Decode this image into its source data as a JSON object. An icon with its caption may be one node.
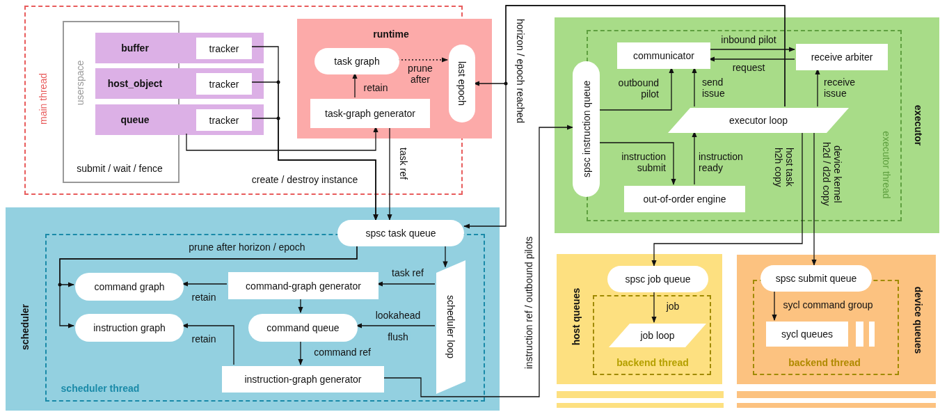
{
  "diagram": {
    "nodes": [
      {
        "text": [
          "main thread"
        ]
      },
      {
        "text": [
          "userspace"
        ],
        "in": 0
      },
      {
        "text": [
          "buffer"
        ],
        "in": 0
      },
      {
        "text": [
          "tracker"
        ],
        "in": 2
      },
      {
        "text": [
          "host_object"
        ],
        "in": 0
      },
      {
        "text": [
          "tracker"
        ],
        "in": 4
      },
      {
        "text": [
          "queue"
        ],
        "in": 0
      },
      {
        "text": [
          "tracker"
        ],
        "in": 6
      },
      {
        "text": [
          "runtime"
        ],
        "in": 0
      },
      {
        "text": [
          "task graph"
        ],
        "in": 8
      },
      {
        "text": [
          "last epoch"
        ],
        "in": 8
      },
      {
        "text": [
          "task-graph generator"
        ],
        "in": 8
      },
      {
        "text": [
          "scheduler"
        ]
      },
      {
        "text": [
          "spsc task queue"
        ],
        "in": 12
      },
      {
        "text": [
          "scheduler thread"
        ],
        "in": 12
      },
      {
        "text": [
          "command graph"
        ],
        "in": 14
      },
      {
        "text": [
          "command-graph generator"
        ],
        "in": 14
      },
      {
        "text": [
          "instruction graph"
        ],
        "in": 14
      },
      {
        "text": [
          "command queue"
        ],
        "in": 14
      },
      {
        "text": [
          "instruction-graph generator"
        ],
        "in": 14
      },
      {
        "text": [
          "scheduler loop"
        ],
        "in": 14
      },
      {
        "text": [
          "executor"
        ]
      },
      {
        "text": [
          "executor thread"
        ],
        "in": 21
      },
      {
        "text": [
          "communicator"
        ],
        "in": 22
      },
      {
        "text": [
          "receive arbiter"
        ],
        "in": 22
      },
      {
        "text": [
          "spsc instruction queue"
        ],
        "in": 21
      },
      {
        "text": [
          "executor loop"
        ],
        "in": 22
      },
      {
        "text": [
          "out-of-order engine"
        ],
        "in": 22
      },
      {
        "text": [
          "host queues"
        ]
      },
      {
        "text": [
          "spsc job queue"
        ],
        "in": 28
      },
      {
        "text": [
          "backend thread"
        ],
        "in": 28
      },
      {
        "text": [
          "job loop"
        ],
        "in": 30
      },
      {
        "text": [
          "device queues"
        ]
      },
      {
        "text": [
          "spsc submit queue"
        ],
        "in": 32
      },
      {
        "text": [
          "backend thread"
        ],
        "in": 32
      },
      {
        "text": [
          "sycl queues"
        ],
        "in": 34
      },
      {
        "text": [],
        "shape": "bar",
        "in": 34
      },
      {
        "text": [],
        "shape": "bar",
        "in": 34
      },
      {
        "text": [],
        "shape": "bar"
      },
      {
        "text": [],
        "shape": "bar"
      },
      {
        "text": [],
        "shape": "bar"
      },
      {
        "text": [],
        "shape": "bar"
      }
    ],
    "edges": [
      {
        "from": 3,
        "to": 13,
        "arrow": "to",
        "label": "create / destroy instance"
      },
      {
        "from": 5,
        "to": 13,
        "arrow": "to"
      },
      {
        "from": 7,
        "to": 13,
        "arrow": "to"
      },
      {
        "from": 6,
        "to": 11,
        "arrow": "to",
        "label": "submit / wait / fence"
      },
      {
        "from": 11,
        "to": 9,
        "arrow": "to",
        "label": "retain"
      },
      {
        "from": 9,
        "to": 10,
        "arrow": "to",
        "label": "prune after",
        "style": "dashed"
      },
      {
        "from": 11,
        "to": 13,
        "arrow": "to",
        "label": "task ref"
      },
      {
        "from": 26,
        "to": 10,
        "arrow": "to",
        "label": "horizon / epoch reached"
      },
      {
        "from": 26,
        "to": 13,
        "arrow": "to"
      },
      {
        "from": 13,
        "to": 20,
        "arrow": "to"
      },
      {
        "from": 13,
        "to": 15,
        "arrow": "to",
        "label": "prune after horizon / epoch"
      },
      {
        "from": 13,
        "to": 17,
        "arrow": "to"
      },
      {
        "from": 20,
        "to": 16,
        "arrow": "to",
        "label": "task ref"
      },
      {
        "from": 20,
        "to": 18,
        "arrow": "to",
        "label": "lookahead"
      },
      {
        "from": 16,
        "to": 15,
        "arrow": "to",
        "label": "retain"
      },
      {
        "from": 16,
        "to": 18,
        "arrow": "to"
      },
      {
        "from": 18,
        "to": 19,
        "arrow": "to",
        "label": "command ref"
      },
      {
        "from": 19,
        "to": 17,
        "arrow": "to",
        "label": "retain"
      },
      {
        "from": 19,
        "to": 25,
        "arrow": "to",
        "label": "instruction ref / outbound pilots"
      },
      {
        "from": 25,
        "to": 23,
        "arrow": "to",
        "label": "outbound pilot"
      },
      {
        "from": 25,
        "to": 27,
        "arrow": "to",
        "label": "instruction submit"
      },
      {
        "from": 26,
        "to": 23,
        "arrow": "to",
        "label": "send issue"
      },
      {
        "from": 23,
        "to": 24,
        "arrow": "to",
        "label": "inbound pilot"
      },
      {
        "from": 24,
        "to": 23,
        "arrow": "to",
        "label": "request"
      },
      {
        "from": 26,
        "to": 24,
        "arrow": "to",
        "label": "receive issue"
      },
      {
        "from": 27,
        "to": 26,
        "arrow": "to",
        "label": "instruction ready"
      },
      {
        "from": 26,
        "to": 29,
        "arrow": "to",
        "label": "host task h2h copy"
      },
      {
        "from": 26,
        "to": 33,
        "arrow": "to",
        "label": "device kernel h2d / d2d copy"
      },
      {
        "from": 29,
        "to": 31,
        "arrow": "to",
        "label": "job"
      },
      {
        "from": 33,
        "to": 35,
        "arrow": "to",
        "label": "sycl command group"
      }
    ],
    "labels": [
      "flush"
    ]
  }
}
